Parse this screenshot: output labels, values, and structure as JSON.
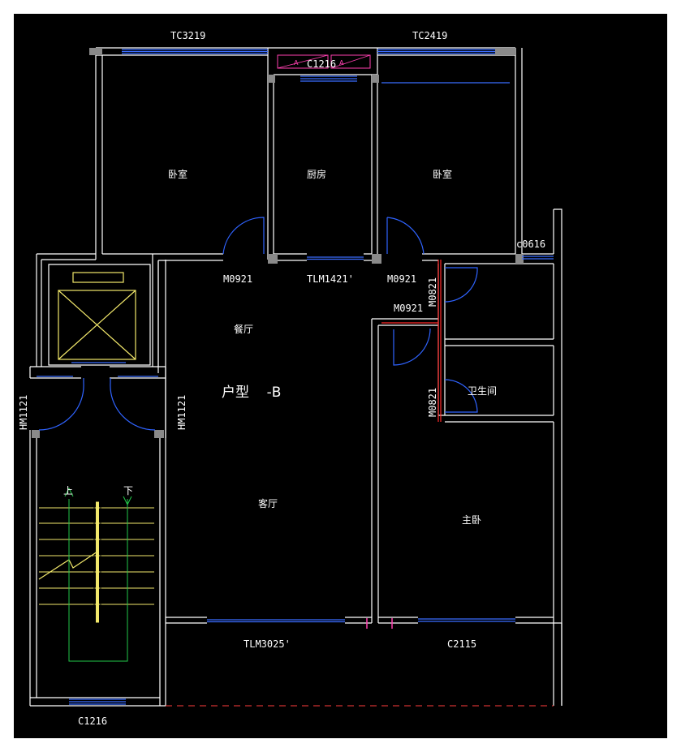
{
  "labels": {
    "tc3219": "TC3219",
    "tc2419": "TC2419",
    "c1216_top": "C1216",
    "m0921_left": "M0921",
    "tlm1421": "TLM1421'",
    "m0921_right": "M0921",
    "c0616": "c0616",
    "m0821_top": "M0821",
    "m0921_mid": "M0921",
    "m0821_bottom": "M0821",
    "hm1121_left": "HM1121",
    "hm1121_right": "HM1121",
    "tlm3025": "TLM3025'",
    "c2115": "C2115",
    "c1216_bottom": "C1216"
  },
  "rooms": {
    "bedroom_left": "卧室",
    "kitchen": "厨房",
    "bedroom_right": "卧室",
    "dining": "餐厅",
    "unit_type": "户型    -B",
    "living": "客厅",
    "bathroom": "卫生间",
    "master": "主卧"
  },
  "stairs": {
    "up": "上",
    "down": "下"
  },
  "window_tags": {
    "a1": "A",
    "a2": "A"
  },
  "colors": {
    "background": "#000000",
    "wall": "#ffffff",
    "window": "#3b6cff",
    "door": "#2f63ff",
    "stair": "#f2e86b",
    "guide": "#22c94a",
    "accent": "#ff2a2a",
    "magenta": "#ff40b0"
  }
}
